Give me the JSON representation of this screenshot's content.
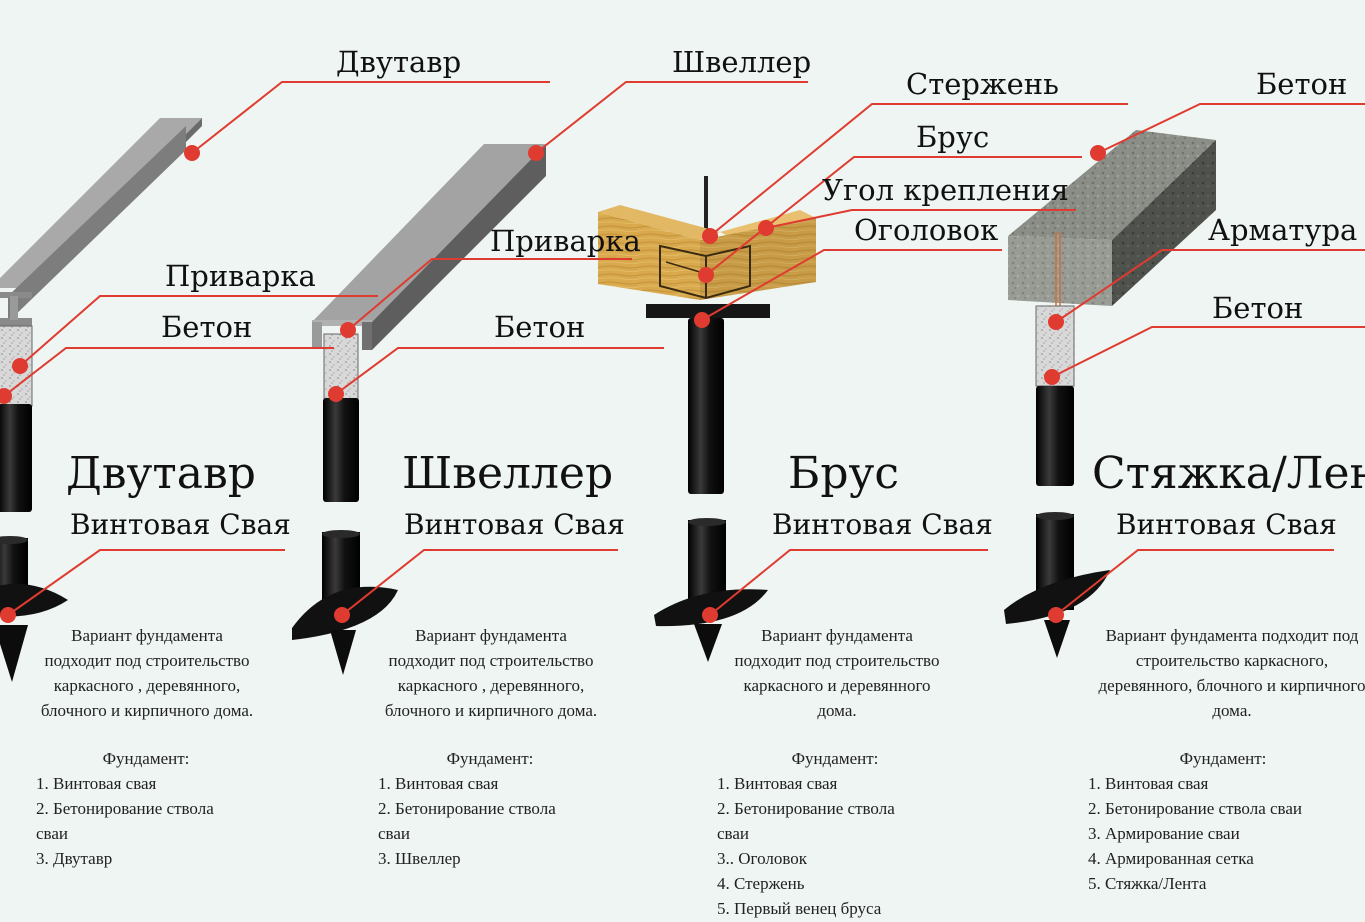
{
  "colors": {
    "background": "#eef5f2",
    "leader_line": "#e03b30",
    "pile": "#141414",
    "steel": "#8e8e8e",
    "timber": "#d8a94a",
    "concrete": "#8a8d86"
  },
  "columns": [
    {
      "id": "dvutavr",
      "callouts": [
        "Двутавр",
        "Приварка",
        "Бетон"
      ],
      "title": "Двутавр",
      "subtitle": "Винтовая Свая",
      "description": [
        "Вариант фундамента",
        "подходит под строительство",
        "каркасного , деревянного,",
        "блочного и кирпичного дома."
      ],
      "foundation_heading": "Фундамент:",
      "foundation_items": [
        "1. Винтовая свая",
        "2. Бетонирование ствола",
        "сваи",
        "3. Двутавр"
      ]
    },
    {
      "id": "shveller",
      "callouts": [
        "Швеллер",
        "Приварка",
        "Бетон"
      ],
      "title": "Швеллер",
      "subtitle": "Винтовая Свая",
      "description": [
        "Вариант фундамента",
        "подходит под строительство",
        "каркасного , деревянного,",
        "блочного и кирпичного дома."
      ],
      "foundation_heading": "Фундамент:",
      "foundation_items": [
        "1. Винтовая свая",
        "2. Бетонирование ствола",
        "сваи",
        "3. Швеллер"
      ]
    },
    {
      "id": "brus",
      "callouts": [
        "Стержень",
        "Брус",
        "Угол крепления",
        "Оголовок"
      ],
      "title": "Брус",
      "subtitle": "Винтовая Свая",
      "description": [
        "Вариант фундамента",
        "подходит под строительство",
        "каркасного и деревянного",
        "дома."
      ],
      "foundation_heading": "Фундамент:",
      "foundation_items": [
        "1. Винтовая свая",
        "2. Бетонирование ствола",
        "сваи",
        "3.. Оголовок",
        "4. Стержень",
        "5. Первый венец бруса"
      ]
    },
    {
      "id": "styazhka",
      "callouts": [
        "Бетон",
        "Арматура",
        "Бетон"
      ],
      "title": "Стяжка/Лента",
      "subtitle": "Винтовая Свая",
      "description": [
        "Вариант фундамента подходит под",
        "строительство каркасного,",
        "деревянного, блочного и кирпичного",
        "дома."
      ],
      "foundation_heading": "Фундамент:",
      "foundation_items": [
        "1. Винтовая свая",
        "2. Бетонирование ствола сваи",
        "3. Армирование сваи",
        "4. Армированная сетка",
        "5. Стяжка/Лента"
      ]
    }
  ]
}
